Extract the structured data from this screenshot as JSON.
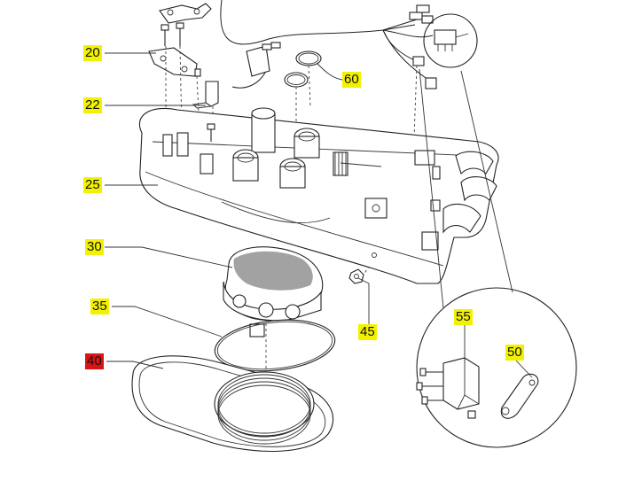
{
  "diagram": {
    "callouts": [
      {
        "id": "c20",
        "label": "20",
        "color": "#f2f200"
      },
      {
        "id": "c22",
        "label": "22",
        "color": "#f2f200"
      },
      {
        "id": "c25",
        "label": "25",
        "color": "#f2f200"
      },
      {
        "id": "c30",
        "label": "30",
        "color": "#f2f200"
      },
      {
        "id": "c35",
        "label": "35",
        "color": "#f2f200"
      },
      {
        "id": "c40",
        "label": "40",
        "color": "#d91414",
        "highlighted": true
      },
      {
        "id": "c45",
        "label": "45",
        "color": "#f2f200"
      },
      {
        "id": "c50",
        "label": "50",
        "color": "#f2f200"
      },
      {
        "id": "c55",
        "label": "55",
        "color": "#f2f200"
      },
      {
        "id": "c60",
        "label": "60",
        "color": "#f2f200"
      }
    ]
  }
}
